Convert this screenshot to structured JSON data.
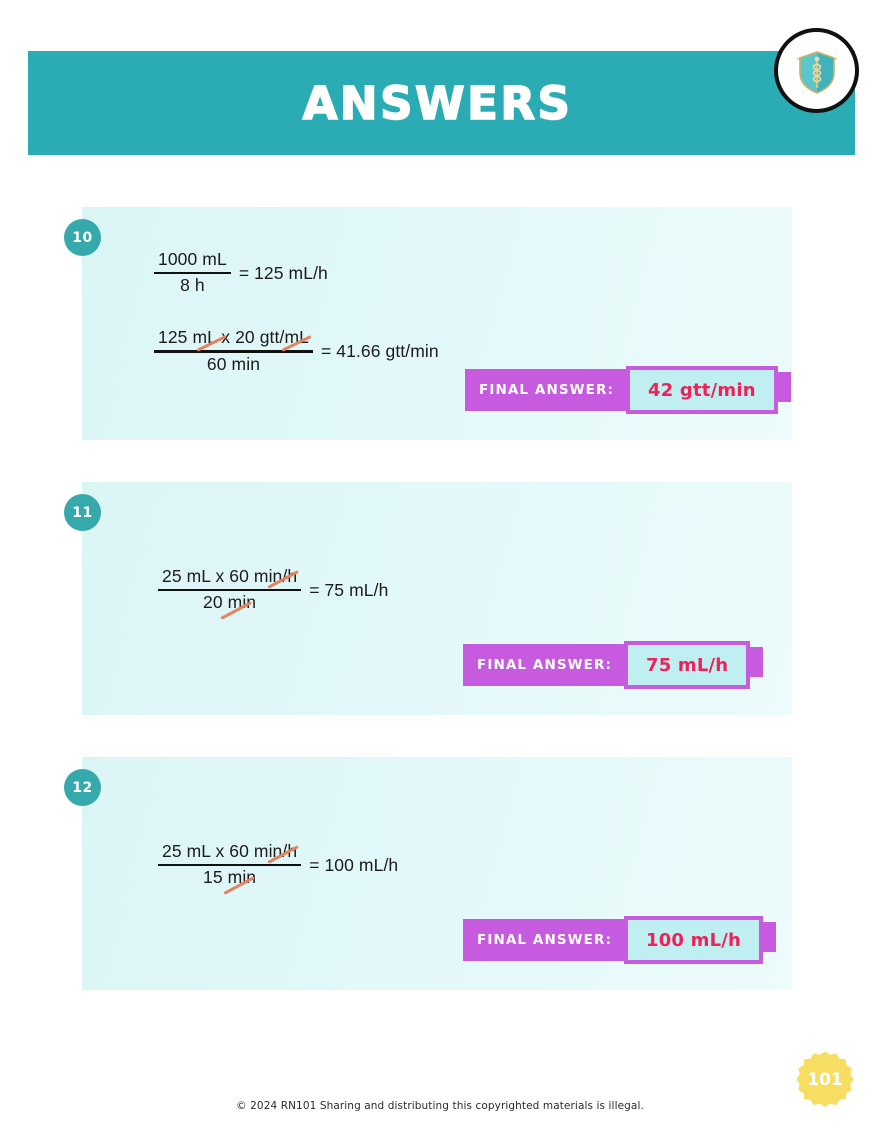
{
  "header": {
    "title": "ANSWERS",
    "band_color": "#2BACB4",
    "logo_icon": "caduceus-shield-logo"
  },
  "answers": [
    {
      "number": "10",
      "equations": [
        {
          "numerator": "1000 mL",
          "denominator": "8 h",
          "result": "= 125 mL/h"
        },
        {
          "numerator": "125 mL x 20 gtt/mL",
          "denominator": "60 min",
          "result": "= 41.66 gtt/min"
        }
      ],
      "final_label": "FINAL ANSWER:",
      "final_value": "42 gtt/min"
    },
    {
      "number": "11",
      "equations": [
        {
          "numerator": "25 mL x 60 min/h",
          "denominator": "20 min",
          "result": "= 75 mL/h"
        }
      ],
      "final_label": "FINAL ANSWER:",
      "final_value": "75 mL/h"
    },
    {
      "number": "12",
      "equations": [
        {
          "numerator": "25 mL x 60 min/h",
          "denominator": "15 min",
          "result": "= 100 mL/h"
        }
      ],
      "final_label": "FINAL ANSWER:",
      "final_value": "100 mL/h"
    }
  ],
  "footer": {
    "copyright": "© 2024 RN101 Sharing and distributing this copyrighted materials is illegal.",
    "page_number": "101"
  },
  "colors": {
    "teal": "#2BACB4",
    "badge_teal": "#36A9AD",
    "card_bg": "#E2F8FA",
    "purple": "#C75BE0",
    "answer_box_bg": "#BFEFF0",
    "answer_text": "#EE2159",
    "strike": "#E8825C",
    "page_badge_yellow": "#F7DE63"
  }
}
